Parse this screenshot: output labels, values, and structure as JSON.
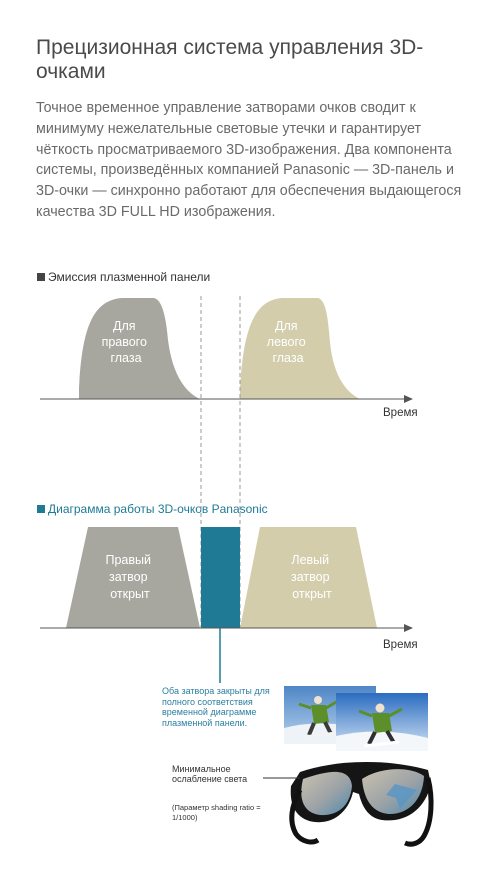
{
  "title": "Прецизионная система управления 3D-очками",
  "intro": "Точное временное управление затворами очков сводит к минимуму нежелательные световые утечки и гарантирует чёткость просматриваемого 3D-изображения. Два компонента системы, произведённых компанией Panasonic — 3D-панель и 3D-очки — синхронно работают для обеспечения выдающегося качества 3D FULL HD изображения.",
  "emission": {
    "heading": "Эмиссия плазменной панели",
    "right_label": [
      "Для",
      "правого",
      "глаза"
    ],
    "left_label": [
      "Для",
      "левого",
      "глаза"
    ],
    "time_label": "Время"
  },
  "glasses": {
    "heading": "Диаграмма работы 3D-очков Panasonic",
    "right_label": [
      "Правый",
      "затвор",
      "открыт"
    ],
    "left_label": [
      "Левый",
      "затвор",
      "открыт"
    ],
    "time_label": "Время"
  },
  "note": "Оба затвора закрыты для полного соответствия временной диаграмме плазменной панели.",
  "min_label": "Минимальное ослабление света",
  "param": "(Параметр shading ratio = 1/1000)",
  "colors": {
    "gray_pulse": "#a8a79f",
    "beige_pulse": "#d3cdac",
    "blue_block": "#1f7a96",
    "accent": "#2a7fa0"
  }
}
